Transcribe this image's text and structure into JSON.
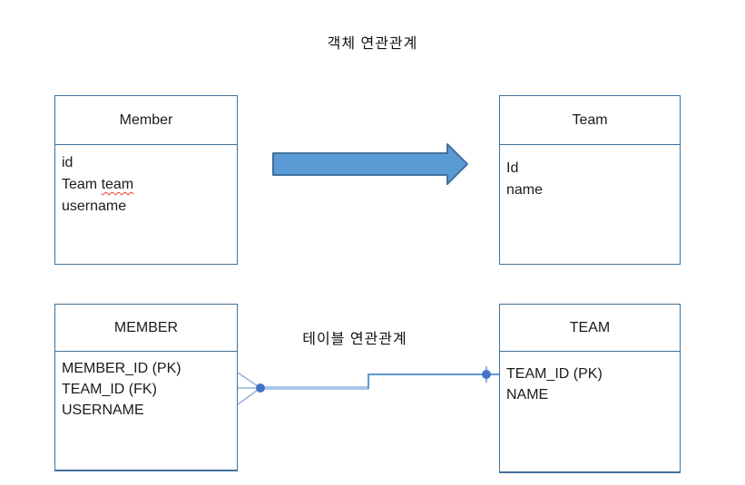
{
  "titles": {
    "object_relation": "객체 연관관계",
    "table_relation": "테이블 연관관계"
  },
  "object_diagram": {
    "member": {
      "title": "Member",
      "field_id": "id",
      "field_team_type": "Team",
      "field_team_name": "team",
      "field_username": "username"
    },
    "team": {
      "title": "Team",
      "field_id": "Id",
      "field_name": "name"
    },
    "arrow_icon": "right-block-arrow"
  },
  "table_diagram": {
    "member": {
      "title": "MEMBER",
      "fields": [
        "MEMBER_ID (PK)",
        "TEAM_ID (FK)",
        "USERNAME"
      ]
    },
    "team": {
      "title": "TEAM",
      "fields": [
        "TEAM_ID (PK)",
        "NAME"
      ]
    },
    "connector": {
      "member_end_icon": "crow-foot-many",
      "team_end_icon": "one-tick",
      "joint_icon": "dot"
    }
  },
  "colors": {
    "box_border": "#41719C",
    "arrow_fill": "#5B9BD5",
    "arrow_border": "#41719C",
    "connector_light": "#A9C7E8",
    "connector_blue": "#5B9BD5",
    "connector_prong": "#8FB4DC",
    "connector_dot": "#4472C4",
    "spellcheck_underline": "#e03c31",
    "text": "#1b1b1b"
  }
}
